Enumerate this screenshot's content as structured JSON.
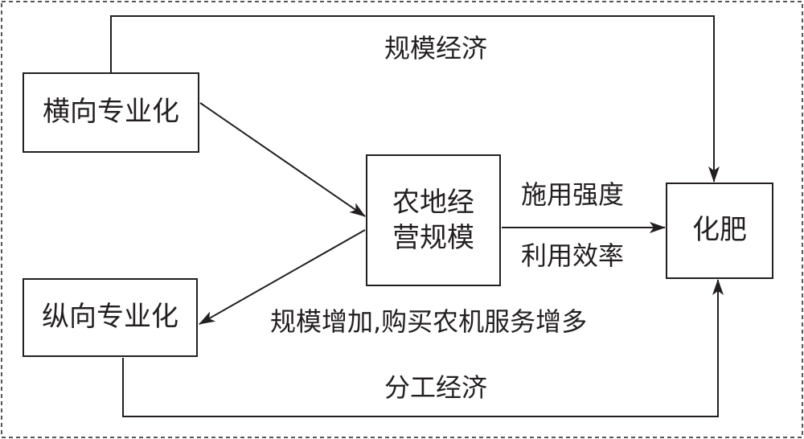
{
  "nodes": {
    "horizontal": "横向专业化",
    "vertical": "纵向专业化",
    "farm_scale_line1": "农地经",
    "farm_scale_line2": "营规模",
    "fertilizer": "化肥"
  },
  "edge_labels": {
    "scale_economy": "规模经济",
    "application_intensity": "施用强度",
    "utilization_efficiency": "利用效率",
    "scale_increase": "规模增加,购买农机服务增多",
    "division_economy": "分工经济"
  },
  "colors": {
    "ink": "#231f20",
    "background": "#ffffff"
  }
}
